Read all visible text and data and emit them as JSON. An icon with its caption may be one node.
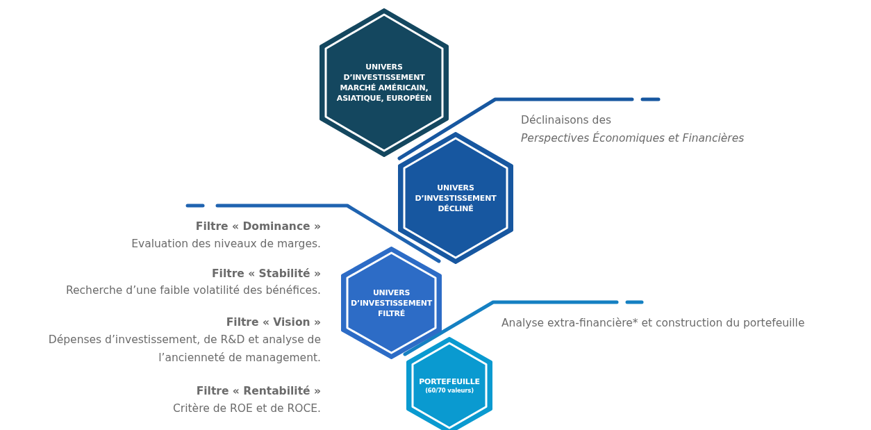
{
  "diagram": {
    "nodes": [
      {
        "text": [
          "UNIVERS D’INVESTISSEMENT MARCHÉ AMÉRICAIN, ASIATIQUE, EUROPÉEN"
        ]
      },
      {
        "text": [
          "UNIVERS D’INVESTISSEMENT DÉCLINÉ"
        ]
      },
      {
        "text": [
          "UNIVERS D’INVESTISSEMENT FILTRÉ"
        ]
      },
      {
        "text": [
          "PORTEFEUILLE",
          "(60/70 valeurs)"
        ]
      }
    ],
    "labels": [
      "Déclinaisons des",
      "Perspectives Économiques et Financières",
      "Filtre « Dominance »",
      "Evaluation des niveaux de marges.",
      "Filtre « Stabilité »",
      "Recherche d’une faible volatilité des bénéfices.",
      "Filtre « Vision »",
      "Dépenses d’investissement, de R&D et analyse de l’ancienneté de management.",
      "Filtre « Rentabilité »",
      "Critère de ROE et de ROCE.",
      "Analyse extra-financière* et construction du portefeuille"
    ]
  }
}
